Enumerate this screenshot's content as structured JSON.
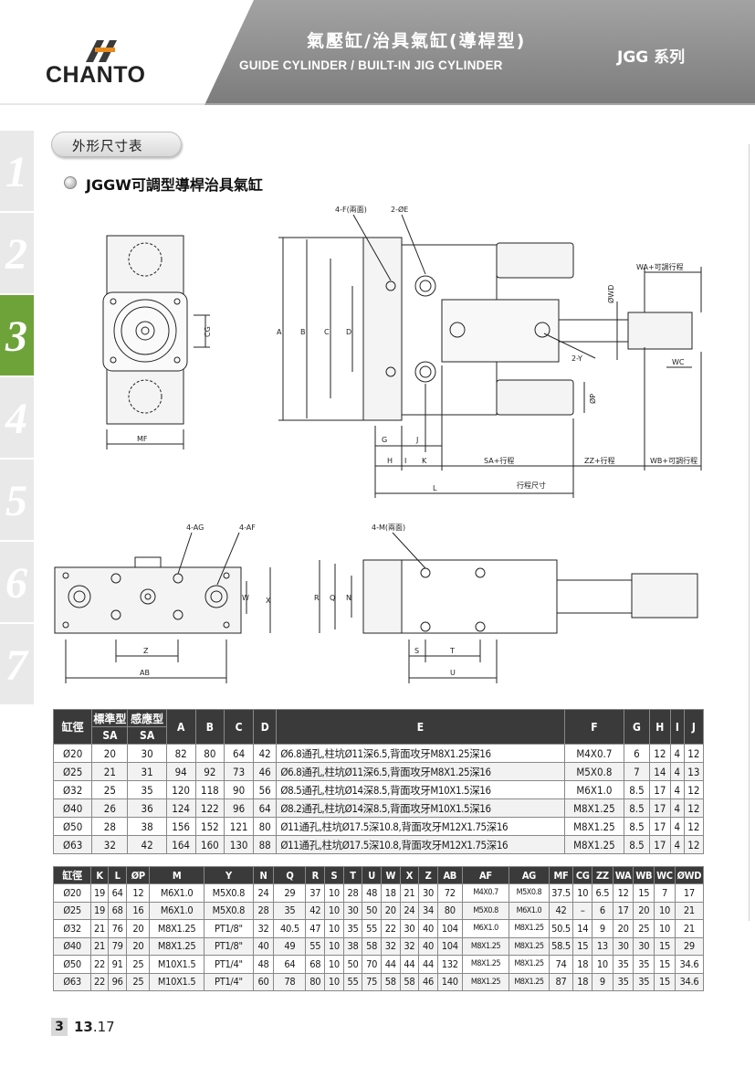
{
  "header": {
    "brand": "CHANTO",
    "title_cn": "氣壓缸/治具氣缸(導桿型)",
    "title_en": "GUIDE CYLINDER / BUILT-IN JIG CYLINDER",
    "series": "JGG 系列"
  },
  "side_tabs": [
    "1",
    "2",
    "3",
    "4",
    "5",
    "6",
    "7"
  ],
  "active_tab": "3",
  "section_title": "外形尺寸表",
  "model_title": "JGGW可調型導桿治具氣缸",
  "drawing_labels": {
    "f_holes": "4-F(兩面)",
    "oe": "2-ØE",
    "wa_stroke": "WA+可調行程",
    "owd": "ØWD",
    "y2": "2-Y",
    "wc": "WC",
    "op": "ØP",
    "a": "A",
    "b": "B",
    "c": "C",
    "d": "D",
    "cg": "CG",
    "mf": "MF",
    "g": "G",
    "j": "J",
    "h": "H",
    "i": "I",
    "k": "K",
    "sa_stroke": "SA+行程",
    "zz_stroke": "ZZ+行程",
    "wb_stroke": "WB+可調行程",
    "l": "L",
    "stroke_size": "行程尺寸",
    "ag": "4-AG",
    "af": "4-AF",
    "m_holes": "4-M(兩面)",
    "w": "W",
    "x": "X",
    "r": "R",
    "q": "Q",
    "n": "N",
    "z": "Z",
    "ab": "AB",
    "s": "S",
    "t": "T",
    "u": "U"
  },
  "table1": {
    "headers": {
      "bore": "缸徑",
      "std": "標準型",
      "sensor": "感應型",
      "sa1": "SA",
      "sa2": "SA",
      "a": "A",
      "b": "B",
      "c": "C",
      "d": "D",
      "e": "E",
      "f": "F",
      "g": "G",
      "h": "H",
      "i": "I",
      "j": "J"
    },
    "rows": [
      [
        "Ø20",
        "20",
        "30",
        "82",
        "80",
        "64",
        "42",
        "Ø6.8通孔,柱坑Ø11深6.5,背面攻牙M8X1.25深16",
        "M4X0.7",
        "6",
        "12",
        "4",
        "12"
      ],
      [
        "Ø25",
        "21",
        "31",
        "94",
        "92",
        "73",
        "46",
        "Ø6.8通孔,柱坑Ø11深6.5,背面攻牙M8X1.25深16",
        "M5X0.8",
        "7",
        "14",
        "4",
        "13"
      ],
      [
        "Ø32",
        "25",
        "35",
        "120",
        "118",
        "90",
        "56",
        "Ø8.5通孔,柱坑Ø14深8.5,背面攻牙M10X1.5深16",
        "M6X1.0",
        "8.5",
        "17",
        "4",
        "12"
      ],
      [
        "Ø40",
        "26",
        "36",
        "124",
        "122",
        "96",
        "64",
        "Ø8.2通孔,柱坑Ø14深8.5,背面攻牙M10X1.5深16",
        "M8X1.25",
        "8.5",
        "17",
        "4",
        "12"
      ],
      [
        "Ø50",
        "28",
        "38",
        "156",
        "152",
        "121",
        "80",
        "Ø11通孔,柱坑Ø17.5深10.8,背面攻牙M12X1.75深16",
        "M8X1.25",
        "8.5",
        "17",
        "4",
        "12"
      ],
      [
        "Ø63",
        "32",
        "42",
        "164",
        "160",
        "130",
        "88",
        "Ø11通孔,柱坑Ø17.5深10.8,背面攻牙M12X1.75深16",
        "M8X1.25",
        "8.5",
        "17",
        "4",
        "12"
      ]
    ]
  },
  "table2": {
    "headers": [
      "缸徑",
      "K",
      "L",
      "ØP",
      "M",
      "Y",
      "N",
      "Q",
      "R",
      "S",
      "T",
      "U",
      "W",
      "X",
      "Z",
      "AB",
      "AF",
      "AG",
      "MF",
      "CG",
      "ZZ",
      "WA",
      "WB",
      "WC",
      "ØWD"
    ],
    "rows": [
      [
        "Ø20",
        "19",
        "64",
        "12",
        "M6X1.0",
        "M5X0.8",
        "24",
        "29",
        "37",
        "10",
        "28",
        "48",
        "18",
        "21",
        "30",
        "72",
        "M4X0.7",
        "M5X0.8",
        "37.5",
        "10",
        "6.5",
        "12",
        "15",
        "7",
        "17"
      ],
      [
        "Ø25",
        "19",
        "68",
        "16",
        "M6X1.0",
        "M5X0.8",
        "28",
        "35",
        "42",
        "10",
        "30",
        "50",
        "20",
        "24",
        "34",
        "80",
        "M5X0.8",
        "M6X1.0",
        "42",
        "–",
        "6",
        "17",
        "20",
        "10",
        "21"
      ],
      [
        "Ø32",
        "21",
        "76",
        "20",
        "M8X1.25",
        "PT1/8\"",
        "32",
        "40.5",
        "47",
        "10",
        "35",
        "55",
        "22",
        "30",
        "40",
        "104",
        "M6X1.0",
        "M8X1.25",
        "50.5",
        "14",
        "9",
        "20",
        "25",
        "10",
        "21"
      ],
      [
        "Ø40",
        "21",
        "79",
        "20",
        "M8X1.25",
        "PT1/8\"",
        "40",
        "49",
        "55",
        "10",
        "38",
        "58",
        "32",
        "32",
        "40",
        "104",
        "M8X1.25",
        "M8X1.25",
        "58.5",
        "15",
        "13",
        "30",
        "30",
        "15",
        "29"
      ],
      [
        "Ø50",
        "22",
        "91",
        "25",
        "M10X1.5",
        "PT1/4\"",
        "48",
        "64",
        "68",
        "10",
        "50",
        "70",
        "44",
        "44",
        "44",
        "132",
        "M8X1.25",
        "M8X1.25",
        "74",
        "18",
        "10",
        "35",
        "35",
        "15",
        "34.6"
      ],
      [
        "Ø63",
        "22",
        "96",
        "25",
        "M10X1.5",
        "PT1/4\"",
        "60",
        "78",
        "80",
        "10",
        "55",
        "75",
        "58",
        "58",
        "46",
        "140",
        "M8X1.25",
        "M8X1.25",
        "87",
        "18",
        "9",
        "35",
        "35",
        "15",
        "34.6"
      ]
    ]
  },
  "footer": {
    "chapter": "3",
    "page": "13.17",
    "page_bold": "13"
  },
  "colors": {
    "header_gray": "#8f8f8f",
    "tab_active": "#6ea33a",
    "table_header": "#3a3a3a"
  }
}
